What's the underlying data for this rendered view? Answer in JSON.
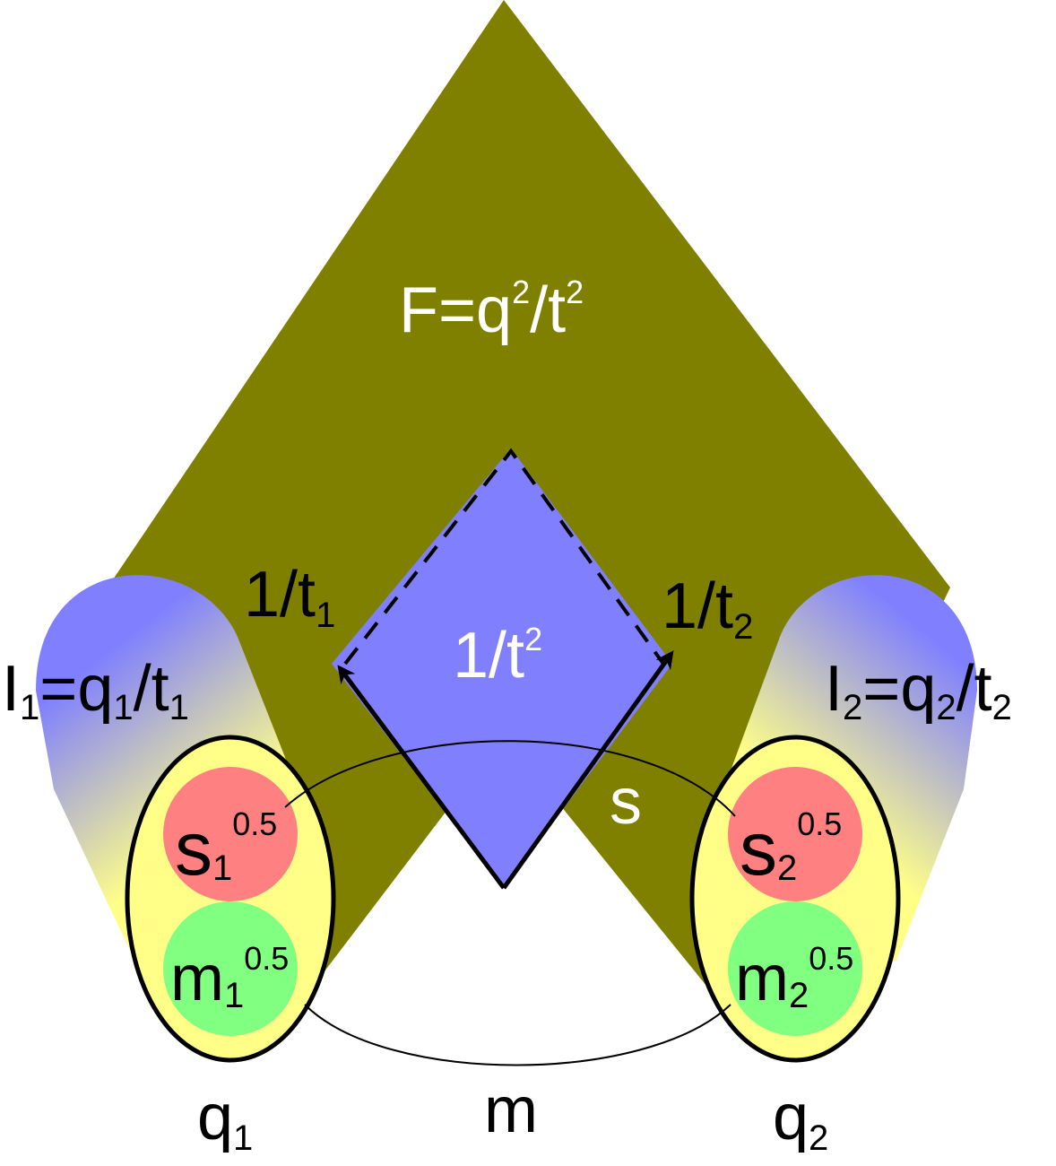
{
  "force_label": {
    "base": "F=q",
    "sup1": "2",
    "mid": "/t",
    "sup2": "2"
  },
  "inner_label": {
    "base": "1/t",
    "sup": "2"
  },
  "arrow_left": {
    "base": "1/t",
    "sub": "1"
  },
  "arrow_right": {
    "base": "1/t",
    "sub": "2"
  },
  "intensity_left": {
    "a": "I",
    "a_sub": "1",
    "b": "=q",
    "b_sub": "1",
    "c": "/t",
    "c_sub": "1"
  },
  "intensity_right": {
    "a": "I",
    "a_sub": "2",
    "b": "=q",
    "b_sub": "2",
    "c": "/t",
    "c_sub": "2"
  },
  "s_label": "s",
  "m_label": "m",
  "charge_left": {
    "base": "q",
    "sub": "1"
  },
  "charge_right": {
    "base": "q",
    "sub": "2"
  },
  "s_node_left": {
    "base": "s",
    "sub": "1",
    "sup": "0.5"
  },
  "s_node_right": {
    "base": "s",
    "sub": "2",
    "sup": "0.5"
  },
  "m_node_left": {
    "base": "m",
    "sub": "1",
    "sup": "0.5"
  },
  "m_node_right": {
    "base": "m",
    "sub": "2",
    "sup": "0.5"
  },
  "colors": {
    "olive": "#808000",
    "blue": "#8080ff",
    "yellow": "#ffff88",
    "red": "#ff8080",
    "green": "#80ff80"
  }
}
